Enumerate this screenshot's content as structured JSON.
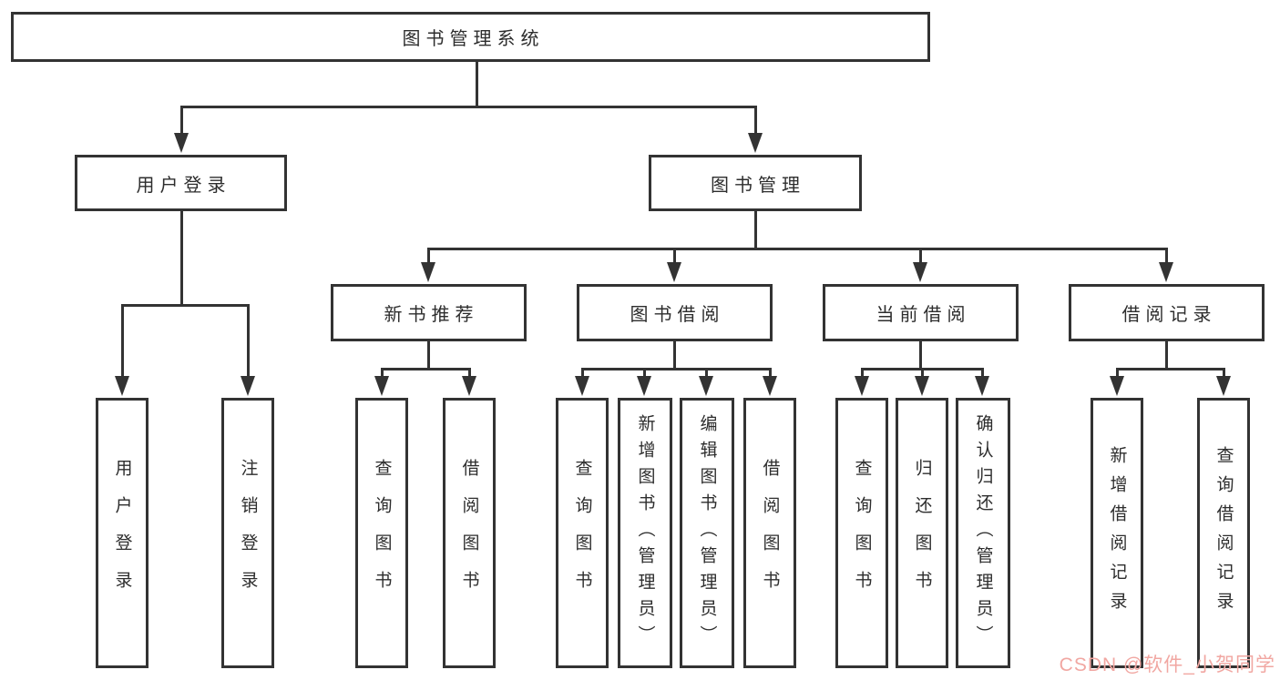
{
  "tree": {
    "root": {
      "label": "图书管理系统"
    },
    "children": [
      {
        "label": "用户登录",
        "children": [
          {
            "label": "用户登录"
          },
          {
            "label": "注销登录"
          }
        ]
      },
      {
        "label": "图书管理",
        "children": [
          {
            "label": "新书推荐",
            "children": [
              {
                "label": "查询图书"
              },
              {
                "label": "借阅图书"
              }
            ]
          },
          {
            "label": "图书借阅",
            "children": [
              {
                "label": "查询图书"
              },
              {
                "label": "新增图书（管理员）"
              },
              {
                "label": "编辑图书（管理员）"
              },
              {
                "label": "借阅图书"
              }
            ]
          },
          {
            "label": "当前借阅",
            "children": [
              {
                "label": "查询图书"
              },
              {
                "label": "归还图书"
              },
              {
                "label": "确认归还（管理员）"
              }
            ]
          },
          {
            "label": "借阅记录",
            "children": [
              {
                "label": "新增借阅记录"
              },
              {
                "label": "查询借阅记录"
              }
            ]
          }
        ]
      }
    ]
  },
  "watermark": {
    "text": "CSDN @软件_小贺同学",
    "color": "#f1a7a2"
  },
  "colors": {
    "line": "#333333",
    "text": "#2d2d2d",
    "background": "#ffffff"
  }
}
